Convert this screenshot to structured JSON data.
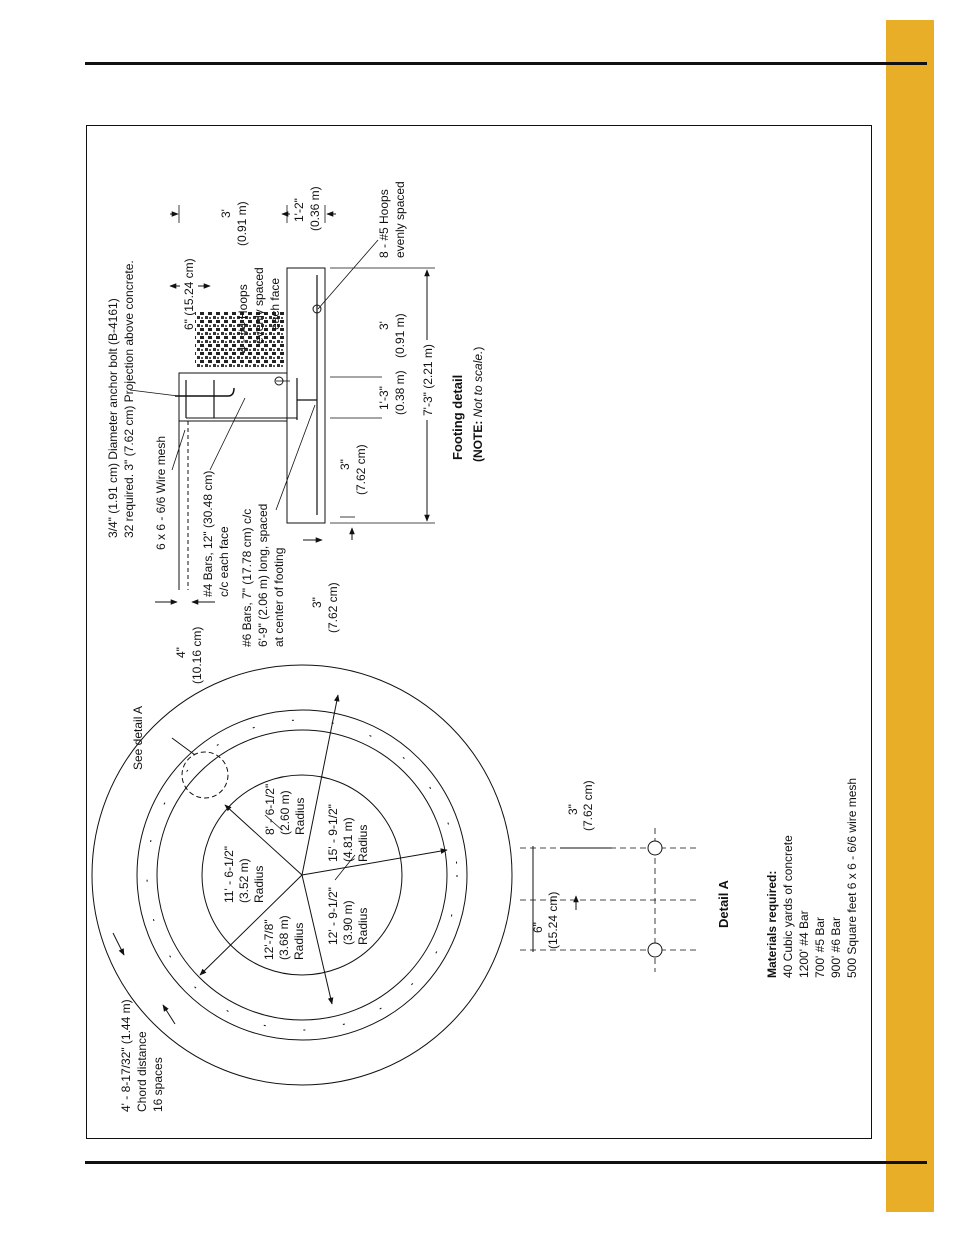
{
  "colors": {
    "tab": "#E8AE27",
    "ink": "#111111"
  },
  "bin_plan": {
    "see_detail": "See detail A",
    "chord": [
      "4' - 8-17/32\" (1.44 m)",
      "Chord distance",
      "16 spaces"
    ],
    "r1": [
      "11' - 6-1/2\"",
      "(3.52 m)",
      "Radius"
    ],
    "r2": [
      "8' - 6-1/2\"",
      "(2.60 m)",
      "Radius"
    ],
    "r3": [
      "15' - 9-1/2\"",
      "(4.81 m)",
      "Radius"
    ],
    "r4": [
      "12' - 9-1/2\"",
      "(3.90 m)",
      "Radius"
    ],
    "r5": [
      "12'-7/8\"",
      "(3.68 m)",
      "Radius"
    ]
  },
  "detail_a": {
    "title": "Detail A",
    "dim_6": [
      "6\"",
      "(15.24 cm)"
    ],
    "dim_3": [
      "3\"",
      "(7.62 cm)"
    ]
  },
  "materials": {
    "title": "Materials required:",
    "items": [
      "40 Cubic yards of concrete",
      "1200' #4 Bar",
      "700' #5 Bar",
      "900' #6 Bar",
      "500 Square feet 6 x 6 - 6/6 wire mesh"
    ]
  },
  "footing": {
    "anchor": [
      "3/4\" (1.91 cm) Diameter anchor bolt (B-4161)",
      "32 required. 3\" (7.62 cm) Projection above concrete."
    ],
    "wire_mesh": "6 x 6 - 6/6 Wire mesh",
    "bars4": [
      "#4 Bars, 12\" (30.48 cm)",
      "c/c each face"
    ],
    "bars6": [
      "#6 Bars, 7\" (17.78 cm) c/c",
      "6'-9\" (2.06 m) long, spaced",
      "at center of footing"
    ],
    "hoops4": [
      "4 - #4 Hoops",
      "evenly spaced",
      "each face"
    ],
    "hoops5": [
      "8 - #5 Hoops",
      "evenly spaced"
    ],
    "dim_6in": "6\" (15.24 cm)",
    "dim_3ft": [
      "3'",
      "(0.91 m)"
    ],
    "dim_1_2": [
      "1'-2\"",
      "(0.36 m)"
    ],
    "dim_4in": [
      "4\"",
      "(10.16 cm)"
    ],
    "dim_3in_a": [
      "3\"",
      "(7.62 cm)"
    ],
    "dim_3in_b": [
      "3\"",
      "(7.62 cm)"
    ],
    "dim_1_3": [
      "1'-3\"",
      "(0.38 m)"
    ],
    "dim_3ft_b": [
      "3'",
      "(0.91 m)"
    ],
    "dim_7_3": "7'-3\" (2.21 m)",
    "title": "Footing detail",
    "note_prefix": "(NOTE: ",
    "note_italic": "Not to scale.",
    "note_suffix": ")"
  }
}
